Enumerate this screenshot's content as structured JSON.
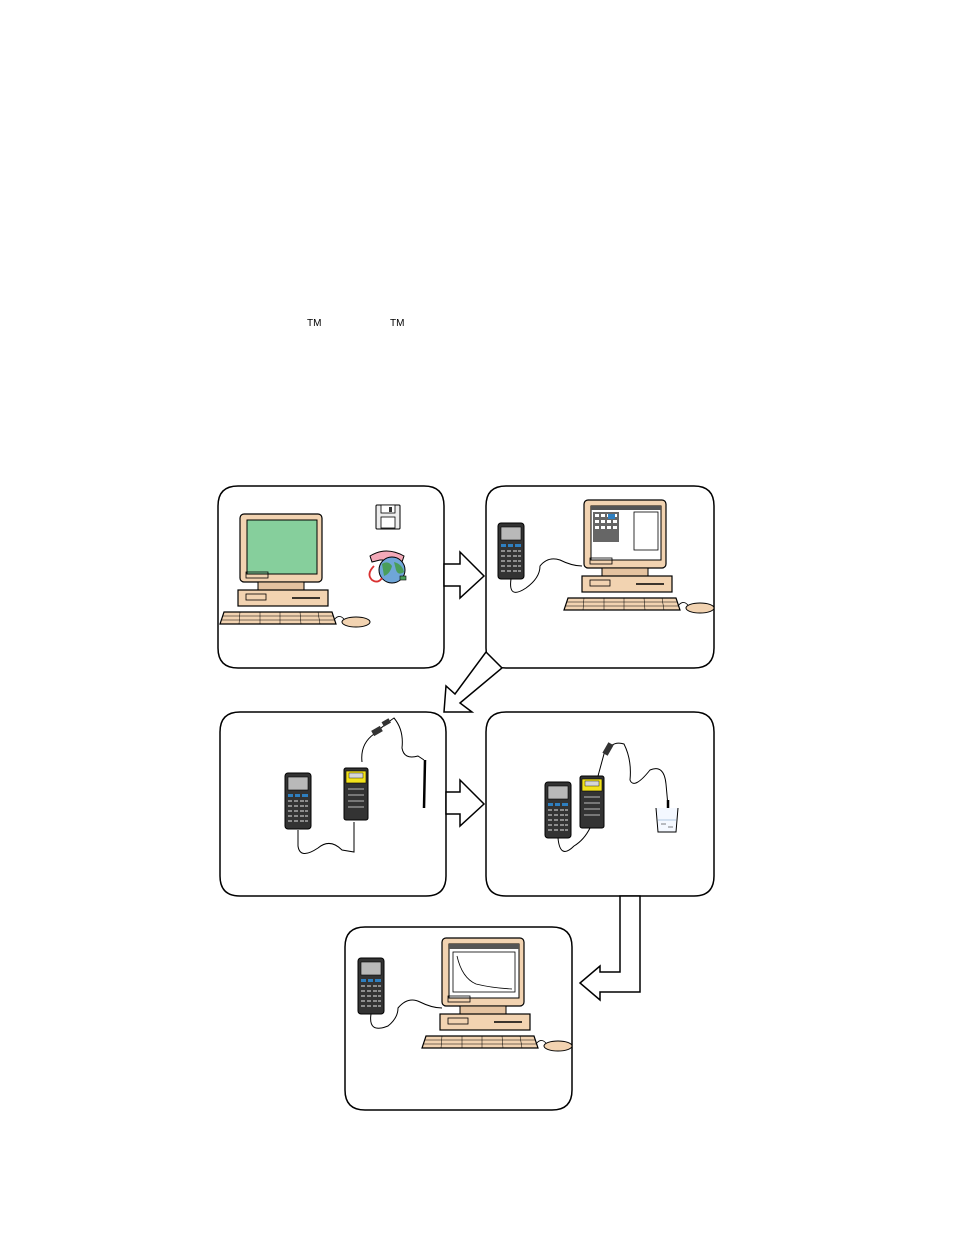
{
  "intro": {
    "tm_marks": [
      "TM",
      "TM"
    ]
  },
  "workflow": {
    "steps": [
      {
        "id": "step-1",
        "icons": [
          "computer-icon",
          "floppy-disk-icon",
          "internet-globe-phone-icon"
        ]
      },
      {
        "id": "step-2",
        "icons": [
          "calculator-icon",
          "link-cable-icon",
          "computer-icon"
        ]
      },
      {
        "id": "step-3",
        "icons": [
          "calculator-icon",
          "data-collector-icon",
          "sensor-probe-icon"
        ]
      },
      {
        "id": "step-4",
        "icons": [
          "calculator-icon",
          "data-collector-icon",
          "sensor-probe-icon",
          "beaker-icon"
        ]
      },
      {
        "id": "step-5",
        "icons": [
          "calculator-icon",
          "link-cable-icon",
          "computer-icon",
          "graph-display-icon"
        ]
      }
    ],
    "arrows": [
      "arrow-step-1-to-2",
      "arrow-step-2-to-3",
      "arrow-step-3-to-4",
      "arrow-step-4-to-5"
    ],
    "colors": {
      "computer_body": "#f2d3b1",
      "screen_green": "#86cf9c",
      "calc_dark": "#333333",
      "calc_screen": "#b9b9b9",
      "calc_blue": "#2e7fc0",
      "collector_yellow": "#f2e21c",
      "phone_pink": "#f3a9b8",
      "globe_green": "#4a9e5a",
      "globe_blue": "#6fa6d8"
    }
  }
}
